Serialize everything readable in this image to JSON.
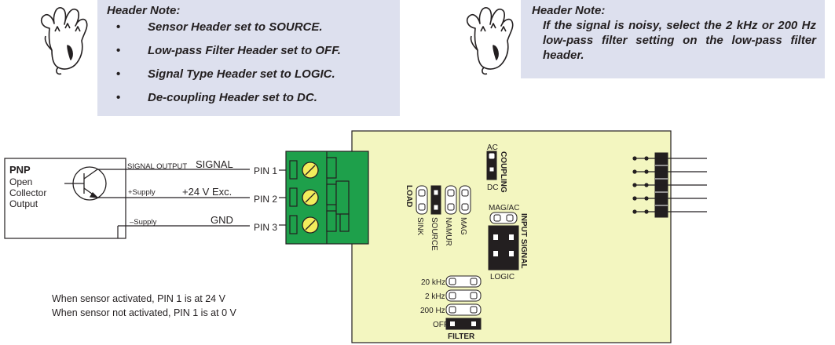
{
  "notes": [
    {
      "title": "Header Note:",
      "items": [
        "Sensor Header set to SOURCE.",
        "Low-pass Filter Header set to OFF.",
        "Signal Type Header set to LOGIC.",
        "De-coupling Header set to DC."
      ]
    },
    {
      "title": "Header Note:",
      "text": "If the signal is noisy, select the 2 kHz or 200 Hz low-pass filter setting on the low-pass filter header."
    }
  ],
  "sensor": {
    "title": "PNP",
    "lines": [
      "Open",
      "Collector",
      "Output"
    ]
  },
  "wiring": {
    "signal_output": "SIGNAL OUTPUT",
    "signal": "SIGNAL",
    "supply_pos": "+Supply",
    "exc": "+24 V Exc.",
    "supply_neg": "–Supply",
    "gnd": "GND",
    "pins": [
      "PIN 1",
      "PIN 2",
      "PIN 3"
    ]
  },
  "board": {
    "load": "LOAD",
    "sink": "SINK",
    "source": "SOURCE",
    "namur": "NAMUR",
    "mag": "MAG",
    "ac": "AC",
    "dc": "DC",
    "coupling": "COUPLING",
    "magac": "MAG/AC",
    "input_signal": "INPUT SIGNAL",
    "logic": "LOGIC",
    "filter_options": [
      "20 kHz",
      "2 kHz",
      "200 Hz",
      "OFF"
    ],
    "filter": "FILTER"
  },
  "captions": [
    "When sensor activated, PIN 1 is at 24 V",
    "When sensor not activated, PIN 1 is at 0 V"
  ],
  "colors": {
    "board": "#f3f6c0",
    "terminal": "#1ea04b",
    "screw": "#f2ec5c",
    "note_bg": "#dde0ee",
    "jumper": "#231f20"
  }
}
